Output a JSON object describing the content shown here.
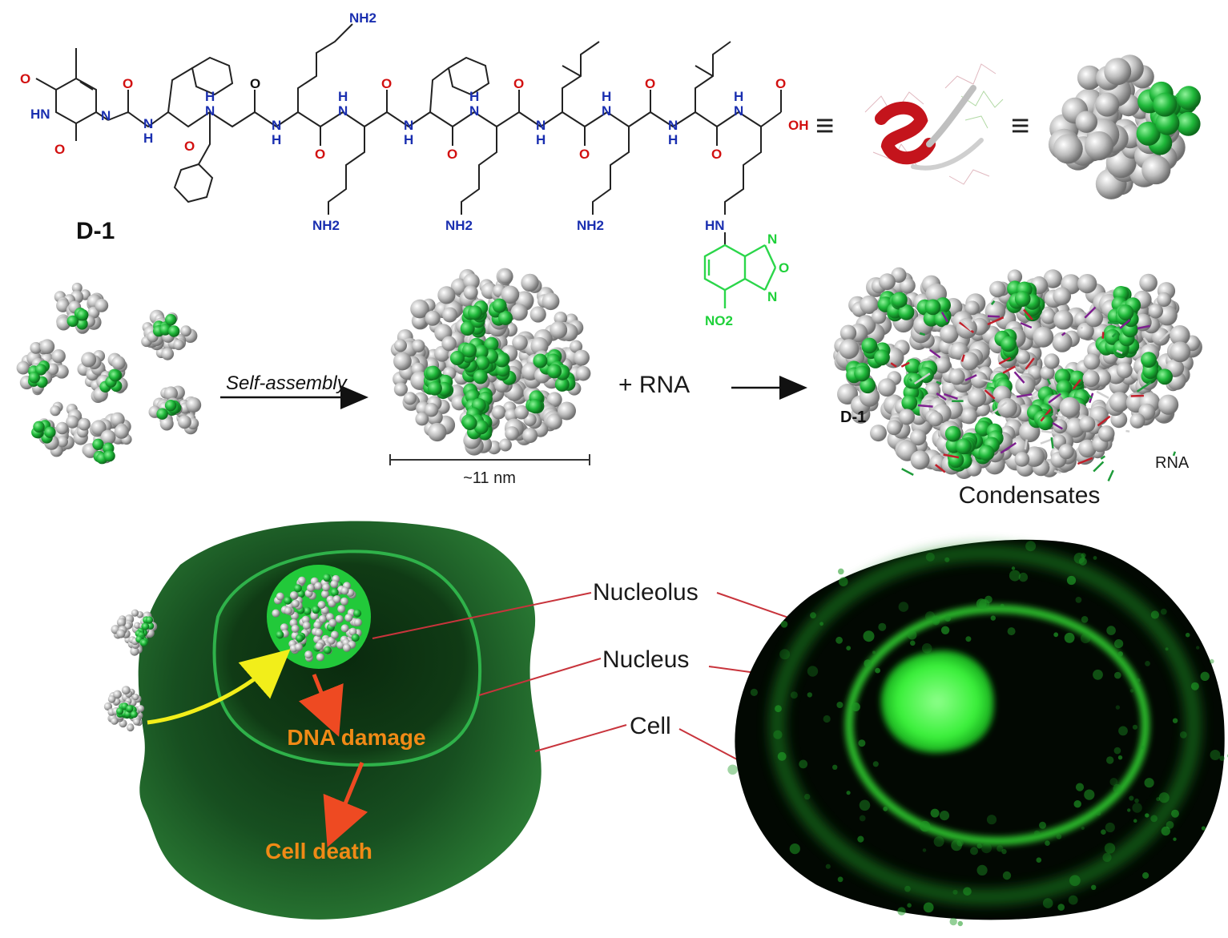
{
  "molecule": {
    "name": "D-1",
    "amine": "NH2",
    "nitro": "NO2",
    "acid": "OH",
    "atom_n": "N",
    "atom_o": "O",
    "atom_h": "H",
    "atom_hn": "HN",
    "equivalence_symbol": "≡"
  },
  "assembly": {
    "step_label": "Self-assembly",
    "scale_label": "~11 nm",
    "plus_label": "+ RNA",
    "product_label": "Condensates",
    "d1_tag": "D-1",
    "rna_tag": "RNA"
  },
  "cell_diagram": {
    "event1": "DNA damage",
    "event2": "Cell death",
    "callouts": [
      "Nucleolus",
      "Nucleus",
      "Cell"
    ]
  },
  "colors": {
    "cell_dark": "#0f3a16",
    "cell_mid": "#1f6a2a",
    "nucleus_ring": "#2fb24a",
    "probe_green": "#22c93a",
    "orange": "#f08a16",
    "red_arrow": "#ee4a22",
    "yellow_arrow": "#f2ee1a",
    "leader_red": "#c8343c",
    "atom_n": "#1a2fb0",
    "atom_o": "#d21010"
  }
}
